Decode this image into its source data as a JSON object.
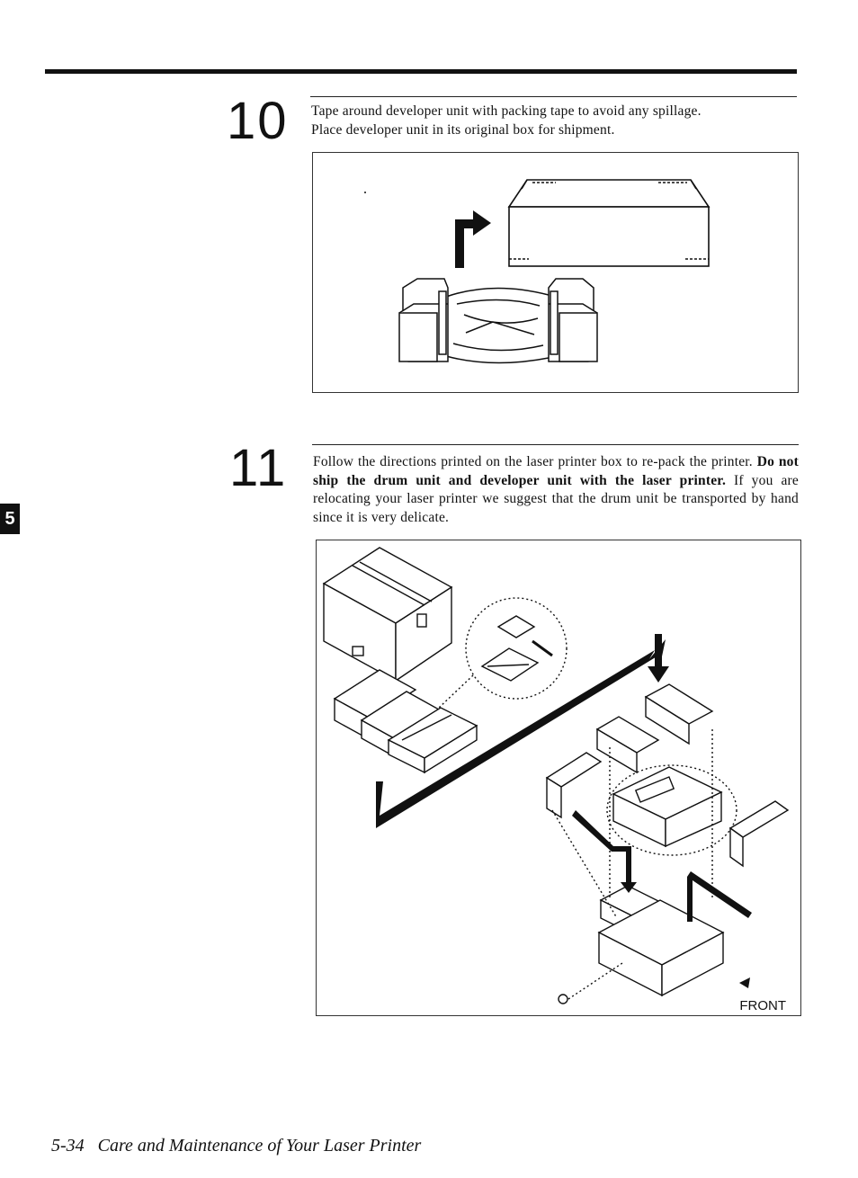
{
  "section_tab": "5",
  "steps": [
    {
      "number": "10",
      "lines": [
        "Tape around developer unit with packing tape to avoid any spillage.",
        "Place developer unit in its original box for shipment."
      ]
    },
    {
      "number": "11",
      "text_plain_1": "Follow the directions printed on the laser printer box to re-pack the printer. ",
      "text_bold": "Do not ship the drum unit and developer unit with the laser printer.",
      "text_plain_2": " If you are relocating your laser printer we suggest that the drum unit be transported by hand since it is very delicate."
    }
  ],
  "figure2": {
    "front_label": "FRONT"
  },
  "footer": {
    "page": "5-34",
    "title": "Care and Maintenance of Your Laser Printer"
  }
}
